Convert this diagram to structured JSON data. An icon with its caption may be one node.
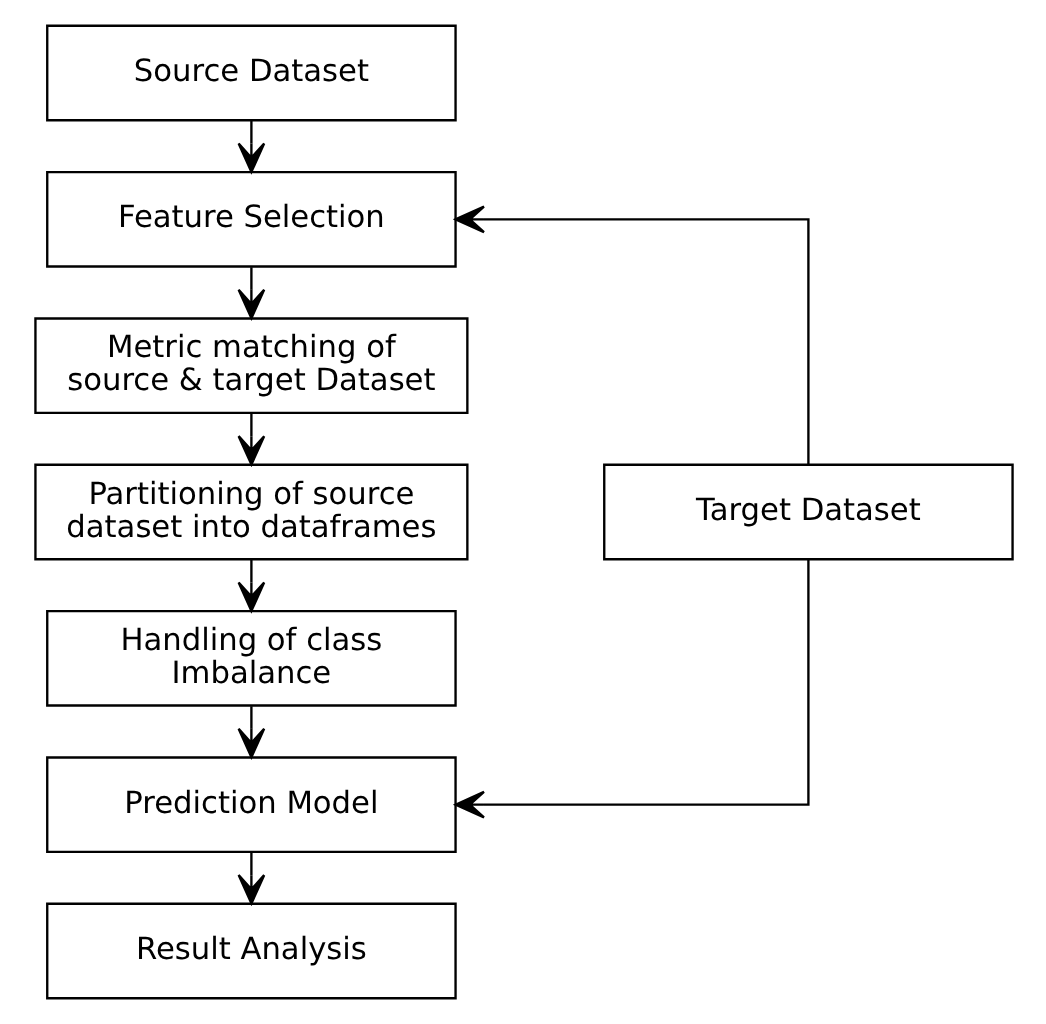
{
  "diagram": {
    "nodes": [
      {
        "text": [
          "Source Dataset"
        ]
      },
      {
        "text": [
          "Feature Selection"
        ]
      },
      {
        "text": [
          "Metric matching of source & target Dataset"
        ]
      },
      {
        "text": [
          "Partitioning of source dataset into dataframes"
        ]
      },
      {
        "text": [
          "Handling of class Imbalance"
        ]
      },
      {
        "text": [
          "Prediction Model"
        ]
      },
      {
        "text": [
          "Result Analysis"
        ]
      },
      {
        "text": [
          "Target Dataset"
        ]
      }
    ],
    "edges": [
      {
        "from": 0,
        "to": 1,
        "arrow": "to"
      },
      {
        "from": 1,
        "to": 2,
        "arrow": "to"
      },
      {
        "from": 2,
        "to": 3,
        "arrow": "to"
      },
      {
        "from": 3,
        "to": 4,
        "arrow": "to"
      },
      {
        "from": 4,
        "to": 5,
        "arrow": "to"
      },
      {
        "from": 5,
        "to": 6,
        "arrow": "to"
      },
      {
        "from": 7,
        "to": 1,
        "arrow": "to"
      },
      {
        "from": 7,
        "to": 5,
        "arrow": "to"
      }
    ]
  }
}
